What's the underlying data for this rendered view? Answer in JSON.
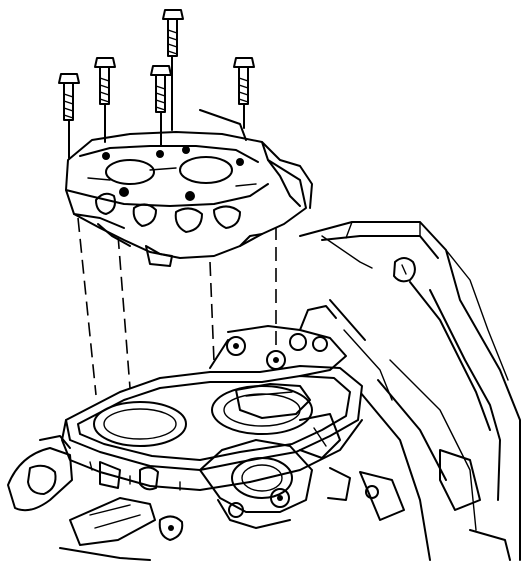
{
  "figure": {
    "kind": "exploded-assembly-line-drawing",
    "colors": {
      "ink": "#000000",
      "paper": "#ffffff"
    },
    "parts": [
      {
        "name": "bolt",
        "count": 5
      },
      {
        "name": "throttle-body-assembly"
      },
      {
        "name": "alignment-guide-lines"
      },
      {
        "name": "gasket"
      },
      {
        "name": "intake-manifold-flange"
      },
      {
        "name": "lower-engine-housing"
      }
    ]
  }
}
